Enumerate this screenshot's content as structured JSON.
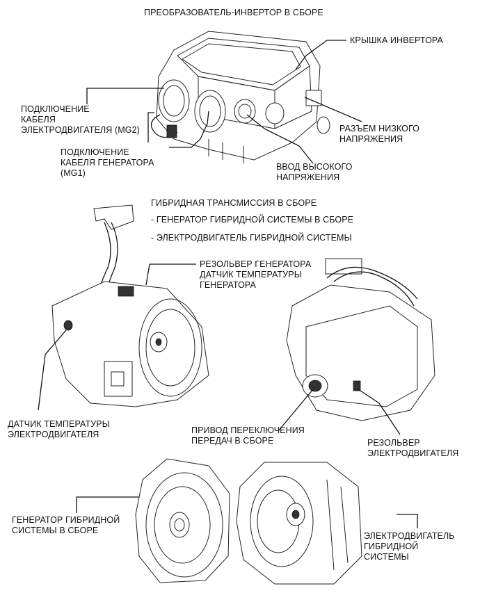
{
  "inverter_section": {
    "title": "ПРЕОБРАЗОВАТЕЛЬ-ИНВЕРТОР В СБОРЕ",
    "labels": {
      "cover": "КРЫШКА ИНВЕРТОРА",
      "mg2_cable": "ПОДКЛЮЧЕНИЕ\nКАБЕЛЯ\nЭЛЕКТРОДВИГАТЕЛЯ (MG2)",
      "mg1_cable": "ПОДКЛЮЧЕНИЕ\nКАБЕЛЯ ГЕНЕРАТОРА\n(MG1)",
      "low_voltage": "РАЗЪЕМ НИЗКОГО\nНАПРЯЖЕНИЯ",
      "high_voltage": "ВВОД ВЫСОКОГО\nНАПРЯЖЕНИЯ"
    }
  },
  "transmission_section": {
    "title": "ГИБРИДНАЯ ТРАНСМИССИЯ В СБОРЕ",
    "items": [
      "- ГЕНЕРАТОР ГИБРИДНОЙ СИСТЕМЫ В СБОРЕ",
      "- ЭЛЕКТРОДВИГАТЕЛЬ ГИБРИДНОЙ СИСТЕМЫ"
    ],
    "labels": {
      "gen_resolver": "РЕЗОЛЬВЕР ГЕНЕРАТОРА\nДАТЧИК ТЕМПЕРАТУРЫ\nГЕНЕРАТОРА",
      "motor_temp": "ДАТЧИК ТЕМПЕРАТУРЫ\nЭЛЕКТРОДВИГАТЕЛЯ",
      "shift_drive": "ПРИВОД ПЕРЕКЛЮЧЕНИЯ\nПЕРЕДАЧ В СБОРЕ",
      "motor_resolver": "РЕЗОЛЬВЕР\nЭЛЕКТРОДВИГАТЕЛЯ"
    }
  },
  "components_section": {
    "labels": {
      "generator": "ГЕНЕРАТОР ГИБРИДНОЙ\nСИСТЕМЫ В СБОРЕ",
      "motor": "ЭЛЕКТРОДВИГАТЕЛЬ\nГИБРИДНОЙ\nСИСТЕМЫ"
    }
  }
}
